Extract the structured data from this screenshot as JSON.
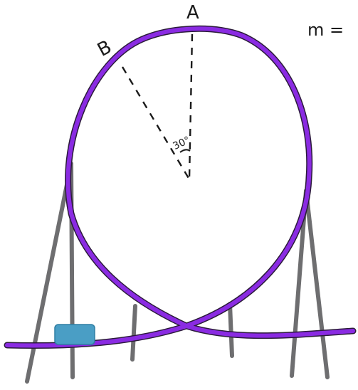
{
  "diagram": {
    "points": {
      "a_label": "A",
      "b_label": "B"
    },
    "angle_label": "30°",
    "mass_label": "m =",
    "colors": {
      "track": "#8a2be2",
      "track_outline": "#2b1b3a",
      "supports": "#6e6e70",
      "cart": "#4a9ec5",
      "dash": "#1a1a1a"
    }
  }
}
